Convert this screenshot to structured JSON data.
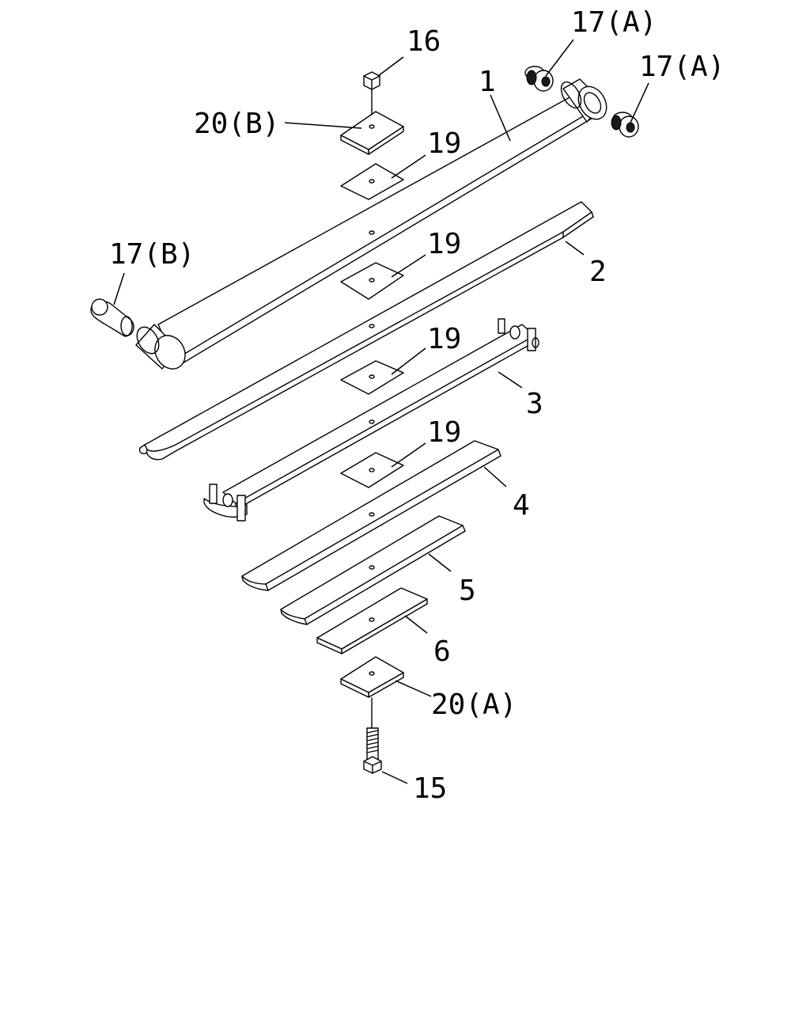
{
  "labels": {
    "l16": "16",
    "l17a_1": "17(A)",
    "l17a_2": "17(A)",
    "l1": "1",
    "l20b": "20(B)",
    "l19_1": "19",
    "l19_2": "19",
    "l19_3": "19",
    "l19_4": "19",
    "l17b": "17(B)",
    "l2": "2",
    "l3": "3",
    "l4": "4",
    "l5": "5",
    "l6": "6",
    "l20a": "20(A)",
    "l15": "15"
  }
}
